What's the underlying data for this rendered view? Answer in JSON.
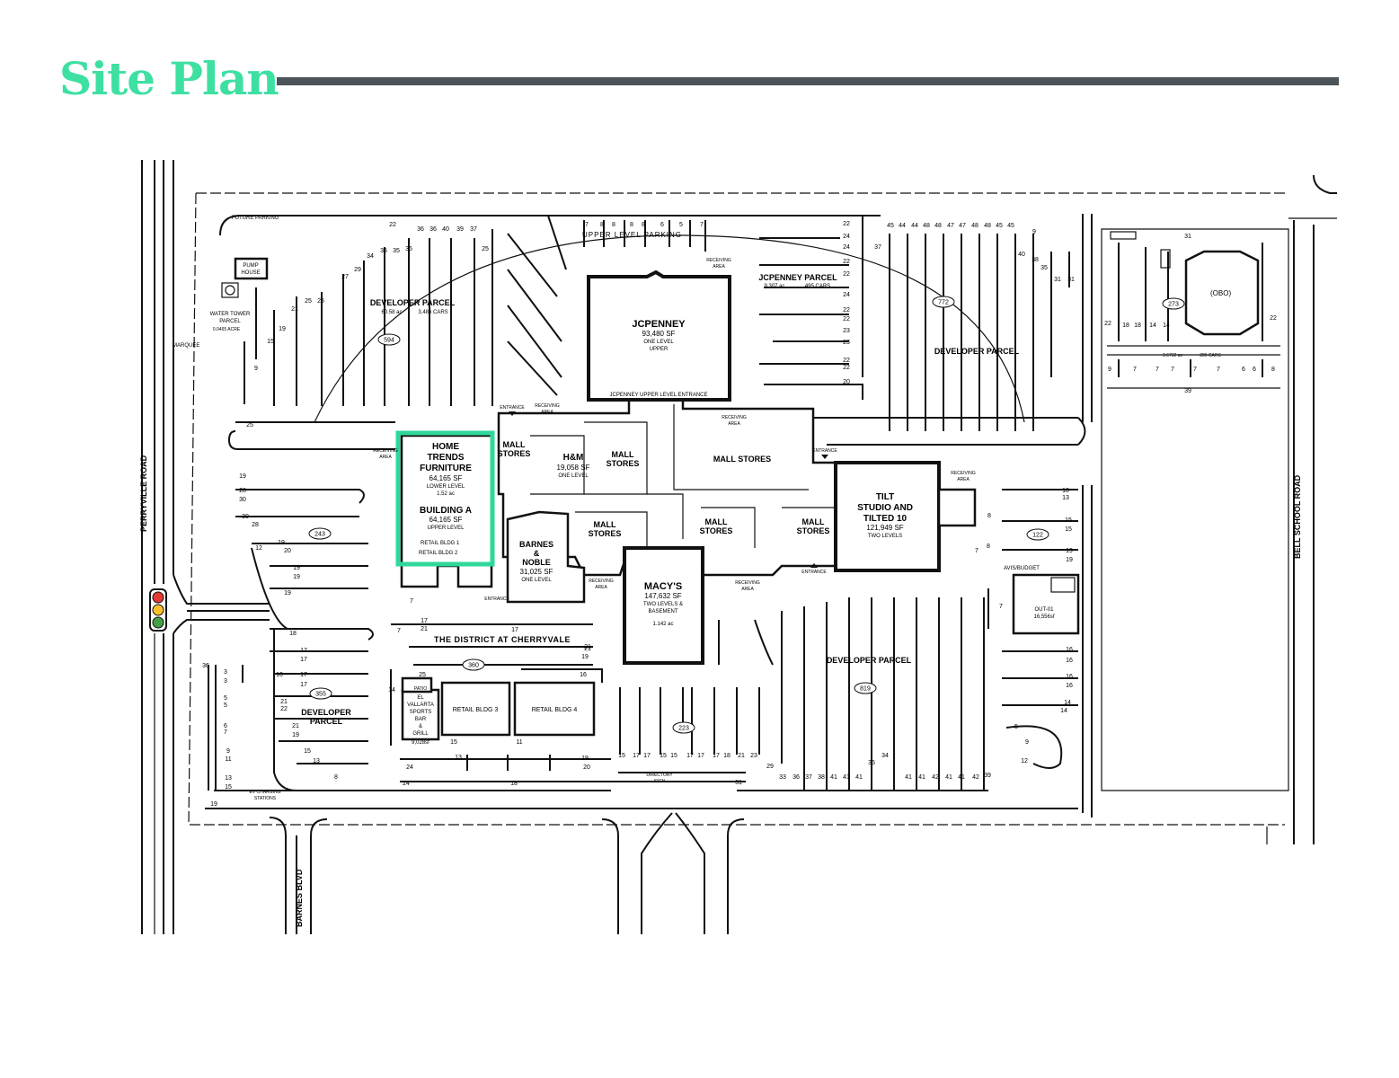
{
  "page_title": "Site Plan",
  "colors": {
    "accent": "#3ee0a2",
    "rule": "#4b5459",
    "highlight": "#2fd89a"
  },
  "roads": {
    "perryville": "PERRYVILLE ROAD",
    "bell_school": "BELL SCHOOL ROAD",
    "barnes": "BARNES BLVD"
  },
  "buildings": {
    "home_trends": {
      "line1": "HOME",
      "line2": "TRENDS",
      "line3": "FURNITURE",
      "sf": "64,165 SF",
      "level": "LOWER LEVEL",
      "acres": "1.52 ac"
    },
    "building_a": {
      "name": "BUILDING A",
      "sf": "64,165 SF",
      "level": "UPPER LEVEL"
    },
    "retail_bldg_1": "RETAIL BLDG 1",
    "retail_bldg_2": "RETAIL BLDG 2",
    "jcpenney": {
      "name": "JCPENNEY",
      "sf": "93,480 SF",
      "level1": "ONE LEVEL",
      "level2": "UPPER",
      "entrance": "JCPENNEY UPPER LEVEL ENTRANCE"
    },
    "hm": {
      "name": "H&M",
      "sf": "19,058 SF",
      "level": "ONE LEVEL"
    },
    "barnes_noble": {
      "line1": "BARNES",
      "line2": "&",
      "line3": "NOBLE",
      "sf": "31,025 SF",
      "level": "ONE LEVEL"
    },
    "macys": {
      "name": "MACY'S",
      "sf": "147,632 SF",
      "level1": "TWO LEVELS &",
      "level2": "BASEMENT",
      "acres": "1.142 ac"
    },
    "tilt": {
      "line1": "TILT",
      "line2": "STUDIO AND",
      "line3": "TILTED 10",
      "sf": "121,949 SF",
      "level": "TWO LEVELS"
    },
    "mall_stores": "MALL",
    "mall_stores2": "STORES",
    "mall_stores_full": "MALL STORES",
    "el_vallarta": {
      "line1": "EL",
      "line2": "VALLARTA",
      "line3": "SPORTS",
      "line4": "BAR",
      "line5": "&",
      "line6": "GRILL",
      "sf": "9,028sf",
      "patio": "PATIO"
    },
    "retail_bldg_3": "RETAIL BLDG 3",
    "retail_bldg_4": "RETAIL BLDG 4",
    "pump_house": {
      "line1": "PUMP",
      "line2": "HOUSE"
    },
    "obo": "(OBO)",
    "out01": {
      "name": "OUT-01",
      "sf": "16,556sf"
    }
  },
  "parcels": {
    "developer_parcel_nw": {
      "name": "DEVELOPER PARCEL",
      "acres": "60.58 ac",
      "cars": "3,486 CARS"
    },
    "jcpenney_parcel": {
      "name": "JCPENNEY PARCEL",
      "acres": "9.307 ac",
      "cars": "495 CARS"
    },
    "developer_parcel_ne": "DEVELOPER PARCEL",
    "developer_parcel_se": "DEVELOPER PARCEL",
    "developer_parcel_sw": {
      "line1": "DEVELOPER",
      "line2": "PARCEL"
    },
    "east_parcel": {
      "acres": "3.6732 ac",
      "cars": "286 CARS"
    },
    "water_tower": {
      "line1": "WATER TOWER",
      "line2": "PARCEL",
      "acres": "0.0465 ACRE"
    }
  },
  "labels": {
    "future_parking": "FUTURE PARKING",
    "upper_level_parking": "UPPER LEVEL PARKING",
    "marquee": "MARQUEE",
    "entrance": "ENTRANCE",
    "receiving_area_1": "RECEIVING",
    "receiving_area_2": "AREA",
    "district": "THE DISTRICT AT CHERRYVALE",
    "avis": "AVIS/BUDGET",
    "ev_1": "EV CHARGING",
    "ev_2": "STATIONS",
    "directory_1": "DIRECTORY",
    "directory_2": "SIGN"
  },
  "parcel_ids": [
    "594",
    "772",
    "273",
    "243",
    "122",
    "360",
    "355",
    "819",
    "223"
  ],
  "space_counts": {
    "north_row": [
      "22",
      "36",
      "36",
      "40",
      "39",
      "37",
      "25",
      "34",
      "35",
      "35",
      "35",
      "29",
      "27",
      "21",
      "25",
      "25",
      "19",
      "15",
      "9",
      "25"
    ],
    "upper": [
      "7",
      "8",
      "8",
      "8",
      "8",
      "6",
      "5",
      "7"
    ],
    "jcp_parcel": [
      "22",
      "24",
      "24",
      "22",
      "22",
      "24",
      "22",
      "22",
      "23",
      "23",
      "22",
      "22",
      "20"
    ],
    "ne_row": [
      "45",
      "44",
      "44",
      "48",
      "48",
      "47",
      "47",
      "48",
      "48",
      "45",
      "45",
      "9",
      "40",
      "38",
      "35",
      "31",
      "31",
      "37"
    ],
    "east_lot": [
      "31",
      "22",
      "18",
      "18",
      "14",
      "14",
      "22",
      "9",
      "7",
      "7",
      "7",
      "7",
      "7",
      "6",
      "6",
      "8",
      "39"
    ],
    "west": [
      "19",
      "28",
      "30",
      "30",
      "28",
      "12",
      "19",
      "20",
      "19",
      "19",
      "19",
      "18",
      "17",
      "17",
      "17",
      "17",
      "10",
      "21",
      "22",
      "21",
      "19",
      "15",
      "13",
      "8",
      "36",
      "3",
      "3",
      "5",
      "5",
      "6",
      "7",
      "9",
      "11",
      "13",
      "15",
      "19"
    ],
    "district": [
      "17",
      "21",
      "7",
      "7",
      "21",
      "17",
      "21",
      "19",
      "25",
      "16",
      "14",
      "15",
      "11",
      "13",
      "19",
      "20",
      "24",
      "24",
      "18",
      "31"
    ],
    "south": [
      "15",
      "17",
      "17",
      "15",
      "15",
      "17",
      "17",
      "17",
      "18",
      "21",
      "23",
      "29",
      "33",
      "36",
      "37",
      "38",
      "41",
      "41",
      "41",
      "35",
      "34",
      "41",
      "41",
      "42",
      "41",
      "41",
      "42",
      "39"
    ],
    "se": [
      "10",
      "13",
      "15",
      "15",
      "19",
      "19",
      "7",
      "8",
      "8",
      "16",
      "16",
      "16",
      "16",
      "14",
      "14",
      "5",
      "9",
      "12",
      "7"
    ]
  }
}
